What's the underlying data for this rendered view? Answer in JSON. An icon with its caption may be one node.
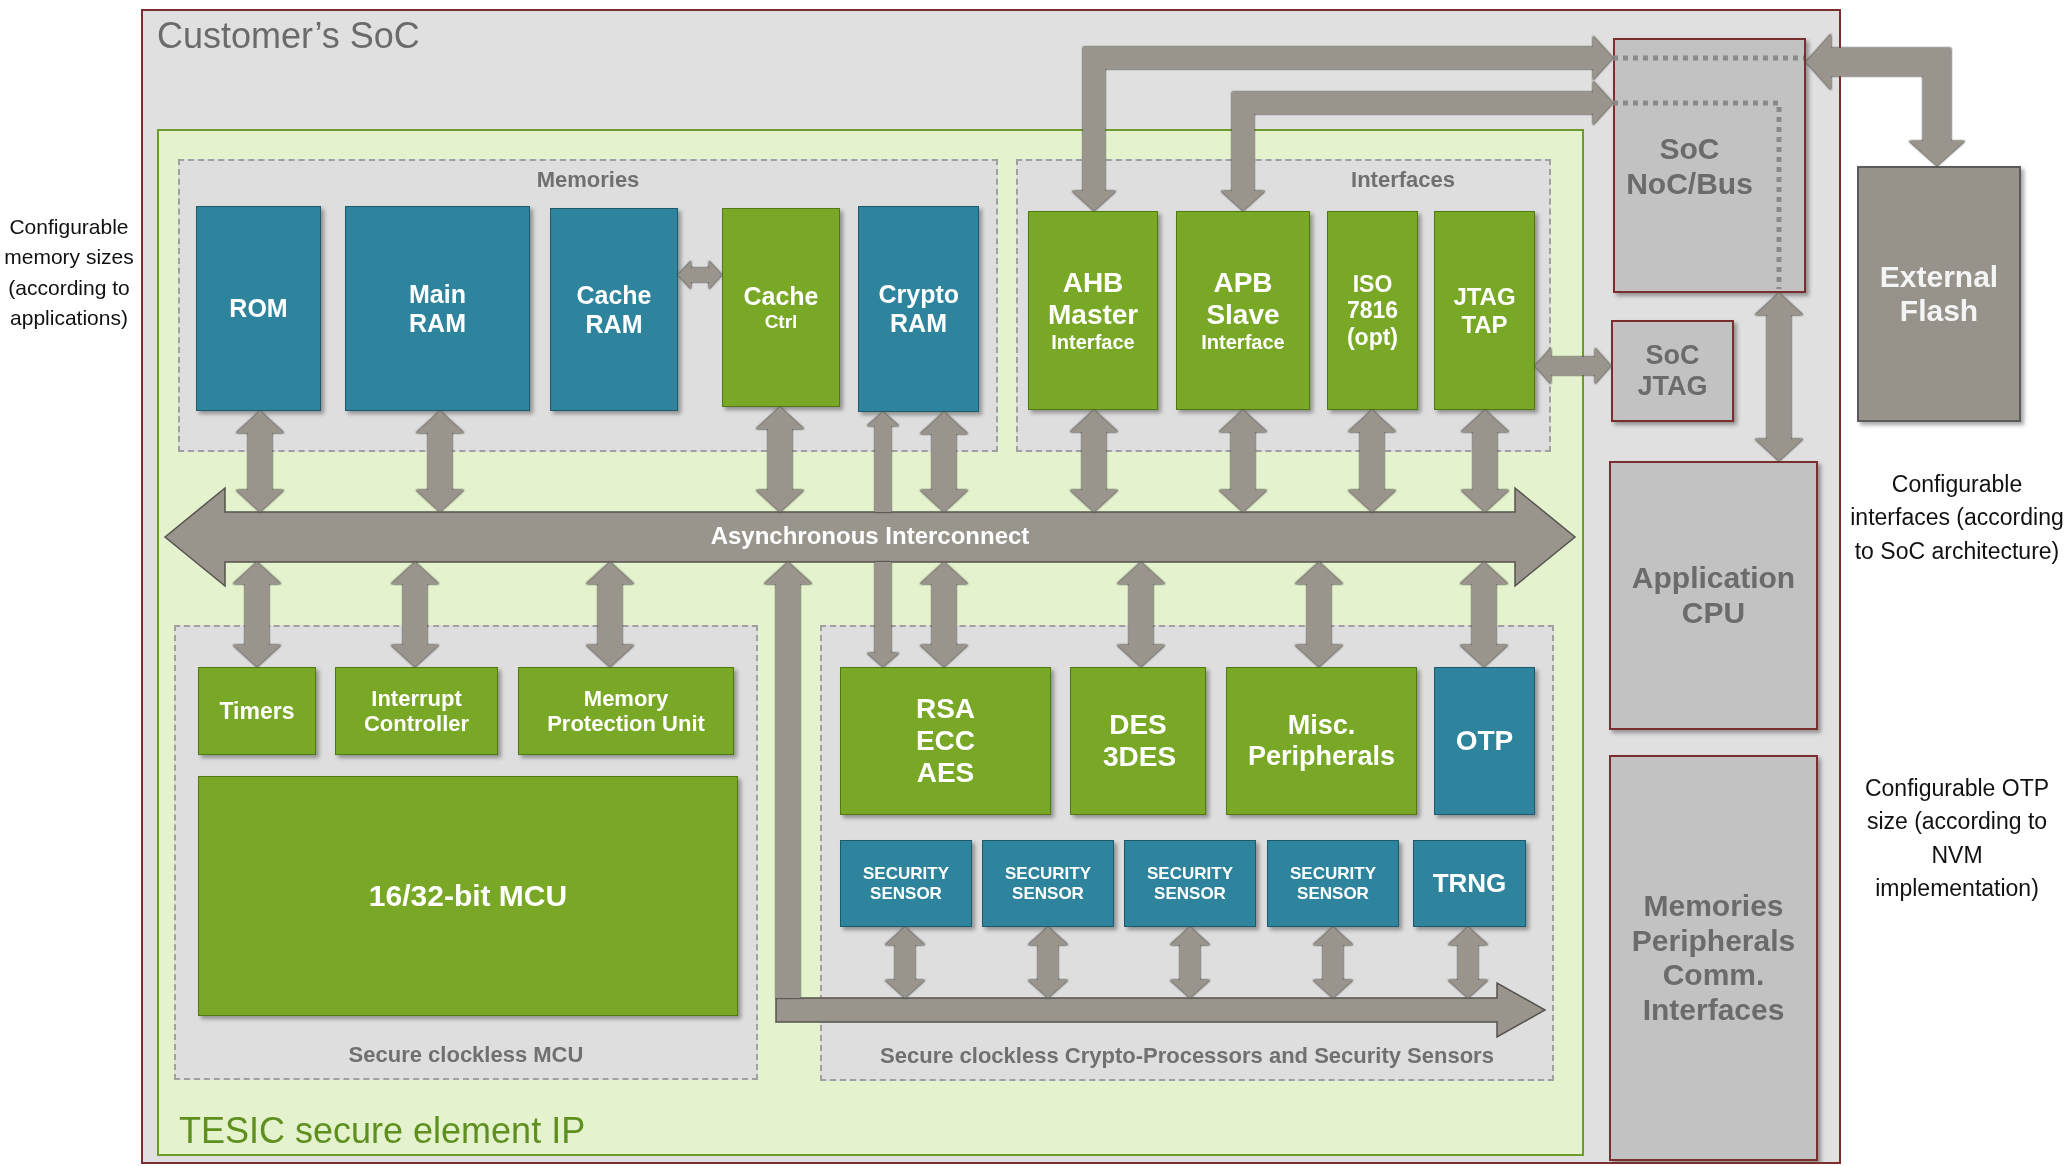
{
  "diagram": {
    "nodes": [
      {
        "text": [
          "Customer’s SoC"
        ]
      },
      {
        "text": [
          "TESIC secure element IP"
        ],
        "in": 0
      },
      {
        "text": [
          "Memories"
        ],
        "in": 1
      },
      {
        "text": [
          "ROM"
        ],
        "in": 2
      },
      {
        "text": [
          "Main RAM"
        ],
        "in": 2
      },
      {
        "text": [
          "Cache RAM"
        ],
        "in": 2
      },
      {
        "text": [
          "Cache",
          "Ctrl"
        ],
        "in": 2
      },
      {
        "text": [
          "Crypto RAM"
        ],
        "in": 2
      },
      {
        "text": [
          "Interfaces"
        ],
        "in": 1
      },
      {
        "text": [
          "AHB Master",
          "Interface"
        ],
        "in": 8
      },
      {
        "text": [
          "APB Slave",
          "Interface"
        ],
        "in": 8
      },
      {
        "text": [
          "ISO 7816 (opt)"
        ],
        "in": 8
      },
      {
        "text": [
          "JTAG TAP"
        ],
        "in": 8
      },
      {
        "text": [
          "Asynchronous Interconnect"
        ],
        "in": 1
      },
      {
        "text": [
          "Secure clockless MCU"
        ],
        "in": 1
      },
      {
        "text": [
          "Timers"
        ],
        "in": 14
      },
      {
        "text": [
          "Interrupt Controller"
        ],
        "in": 14
      },
      {
        "text": [
          "Memory Protection Unit"
        ],
        "in": 14
      },
      {
        "text": [
          "16/32-bit MCU"
        ],
        "in": 14
      },
      {
        "text": [
          "Secure clockless Crypto-Processors and Security Sensors"
        ],
        "in": 1
      },
      {
        "text": [
          "RSA ECC AES"
        ],
        "in": 19
      },
      {
        "text": [
          "DES 3DES"
        ],
        "in": 19
      },
      {
        "text": [
          "Misc. Peripherals"
        ],
        "in": 19
      },
      {
        "text": [
          "OTP"
        ],
        "in": 19
      },
      {
        "text": [
          "SECURITY SENSOR"
        ],
        "in": 19
      },
      {
        "text": [
          "SECURITY SENSOR"
        ],
        "in": 19
      },
      {
        "text": [
          "SECURITY SENSOR"
        ],
        "in": 19
      },
      {
        "text": [
          "SECURITY SENSOR"
        ],
        "in": 19
      },
      {
        "text": [
          "TRNG"
        ],
        "in": 19
      },
      {
        "text": [],
        "shape": "bar",
        "in": 1
      },
      {
        "text": [
          "SoC NoC/Bus"
        ],
        "in": 0
      },
      {
        "text": [
          "SoC JTAG"
        ],
        "in": 0
      },
      {
        "text": [
          "Application CPU"
        ],
        "in": 0
      },
      {
        "text": [
          "Memories Peripherals Comm. Interfaces"
        ],
        "in": 0
      },
      {
        "text": [
          "External Flash"
        ]
      }
    ],
    "edges": [
      {
        "from": 3,
        "to": 13,
        "arrow": "both"
      },
      {
        "from": 4,
        "to": 13,
        "arrow": "both"
      },
      {
        "from": 6,
        "to": 13,
        "arrow": "both"
      },
      {
        "from": 7,
        "to": 13,
        "arrow": "both"
      },
      {
        "from": 13,
        "to": 7,
        "arrow": "to"
      },
      {
        "from": 5,
        "to": 6,
        "arrow": "both"
      },
      {
        "from": 9,
        "to": 13,
        "arrow": "both"
      },
      {
        "from": 10,
        "to": 13,
        "arrow": "both"
      },
      {
        "from": 11,
        "to": 13,
        "arrow": "both"
      },
      {
        "from": 12,
        "to": 13,
        "arrow": "both"
      },
      {
        "from": 13,
        "to": 15,
        "arrow": "both"
      },
      {
        "from": 13,
        "to": 16,
        "arrow": "both"
      },
      {
        "from": 13,
        "to": 17,
        "arrow": "both"
      },
      {
        "from": 13,
        "to": 20,
        "arrow": "both"
      },
      {
        "from": 13,
        "to": 21,
        "arrow": "both"
      },
      {
        "from": 13,
        "to": 22,
        "arrow": "both"
      },
      {
        "from": 13,
        "to": 23,
        "arrow": "both"
      },
      {
        "from": 29,
        "to": 13,
        "arrow": "to"
      },
      {
        "from": 24,
        "to": 29,
        "arrow": "both"
      },
      {
        "from": 25,
        "to": 29,
        "arrow": "both"
      },
      {
        "from": 26,
        "to": 29,
        "arrow": "both"
      },
      {
        "from": 27,
        "to": 29,
        "arrow": "both"
      },
      {
        "from": 28,
        "to": 29,
        "arrow": "both"
      },
      {
        "from": 9,
        "to": 30,
        "arrow": "both"
      },
      {
        "from": 10,
        "to": 30,
        "arrow": "both"
      },
      {
        "from": 12,
        "to": 31,
        "arrow": "both"
      },
      {
        "from": 30,
        "to": 32,
        "arrow": "both"
      },
      {
        "from": 34,
        "to": 30,
        "arrow": "both"
      },
      {
        "from": 13,
        "to": 20,
        "arrow": "to"
      }
    ],
    "labels": [
      "Configurable memory sizes (according to applications)",
      "Configurable interfaces (according to SoC architecture)",
      "Configurable OTP size (according to NVM implementation)"
    ]
  }
}
